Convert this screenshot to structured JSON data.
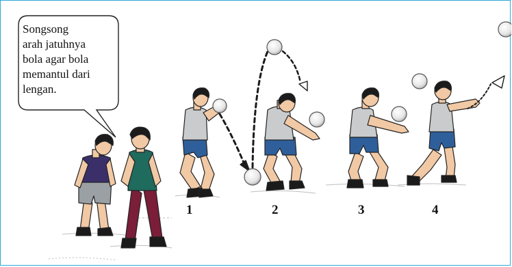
{
  "speech_bubble": {
    "lines": [
      "Songsong",
      "arah jatuhnya",
      "bola agar bola",
      "memantul dari",
      "lengan."
    ]
  },
  "step_labels": [
    "1",
    "2",
    "3",
    "4"
  ],
  "colors": {
    "frame_border": "#29a9d6",
    "skin": "#f1c9a5",
    "hair": "#1b1b1b",
    "shorts_blue": "#2f5f9a",
    "shirt_grey": "#c9cbcc",
    "shirt_purple": "#3b2f6a",
    "shirt_teal": "#1f6b5d",
    "pants_maroon": "#7a1e3a",
    "shorts_grey": "#9aa0a4"
  }
}
